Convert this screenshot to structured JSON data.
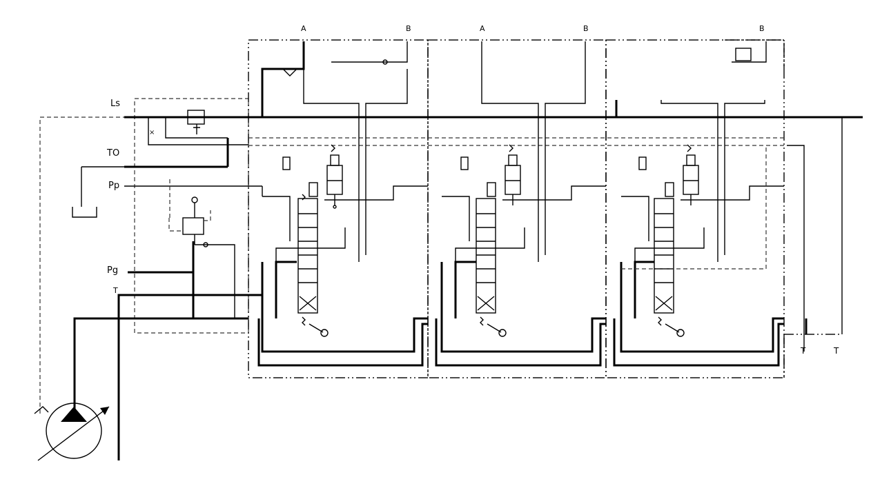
{
  "ports": {
    "ls": "Ls",
    "to": "TO",
    "pp": "Pp",
    "pg": "Pg",
    "t_left": "T",
    "t_right1": "T",
    "t_right2": "T"
  },
  "section_ports": {
    "s1_a": "A",
    "s1_b": "B",
    "s2_a": "A",
    "s2_b": "B",
    "end_b": "B"
  }
}
